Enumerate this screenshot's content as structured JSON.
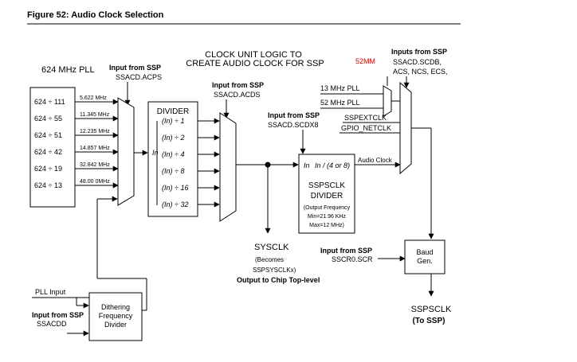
{
  "figure_title": "Figure 52: Audio Clock Selection",
  "header": {
    "line1": "CLOCK UNIT LOGIC TO",
    "line2": "CREATE AUDIO CLOCK FOR SSP"
  },
  "pll": {
    "label": "624 MHz PLL",
    "divisors": [
      "624 ÷ 111",
      "624 ÷ 55",
      "624 ÷ 51",
      "624 ÷ 42",
      "624 ÷ 19",
      "624 ÷ 13"
    ],
    "freqs": [
      "5.622 MHz",
      "11.345 MHz",
      "12.235 MHz",
      "14.857 MHz",
      "32.842 MHz",
      "48.00 0MHz"
    ]
  },
  "acps": {
    "bold": "Input from SSP",
    "sig": "SSACD.ACPS"
  },
  "acds": {
    "bold": "Input from SSP",
    "sig": "SSACD.ACDS"
  },
  "divider": {
    "title": "DIVIDER",
    "in_label": "In",
    "items": [
      "(In) ÷ 1",
      "(In) ÷ 2",
      "(In) ÷ 4",
      "(In) ÷ 8",
      "(In) ÷ 16",
      "(In) ÷ 32"
    ]
  },
  "scdx8": {
    "bold": "Input from SSP",
    "sig": "SSACD.SCDX8"
  },
  "sspsclk_div": {
    "in_label": "In",
    "expr": "In / (4 or 8)",
    "title1": "SSPSCLK",
    "title2": "DIVIDER",
    "note1": "(Output Frequency",
    "note2": "Min=21.96 KHz",
    "note3": "Max=12 MHz)"
  },
  "audio_clock": "Audio Clock",
  "right_mux": {
    "in_bold": "Inputs from SSP",
    "annot": "52MM",
    "sig1": "SSACD.SCDB,",
    "sig2": "ACS, NCS, ECS,",
    "pll13": "13 MHz PLL",
    "pll52": "52 MHz PLL",
    "ext": "SSPEXTCLK",
    "netclk": "GPIO_NETCLK"
  },
  "sysclk": {
    "label": "SYSCLK",
    "becomes": "(Becomes",
    "sspsysclk": "SSPSYSCLKx)",
    "out": "Output to Chip Top-level"
  },
  "baud": {
    "bold": "Input from SSP",
    "sig": "SSCR0.SCR",
    "box1": "Baud",
    "box2": "Gen."
  },
  "sspsclk_out": {
    "label": "SSPSCLK",
    "sub": "(To SSP)"
  },
  "dither": {
    "pll_input": "PLL Input",
    "bold": "Input from SSP",
    "sig": "SSACDD",
    "line1": "Dithering",
    "line2": "Frequency",
    "line3": "Divider"
  },
  "colors": {
    "annotation": "#cc0000",
    "line": "#000000"
  }
}
